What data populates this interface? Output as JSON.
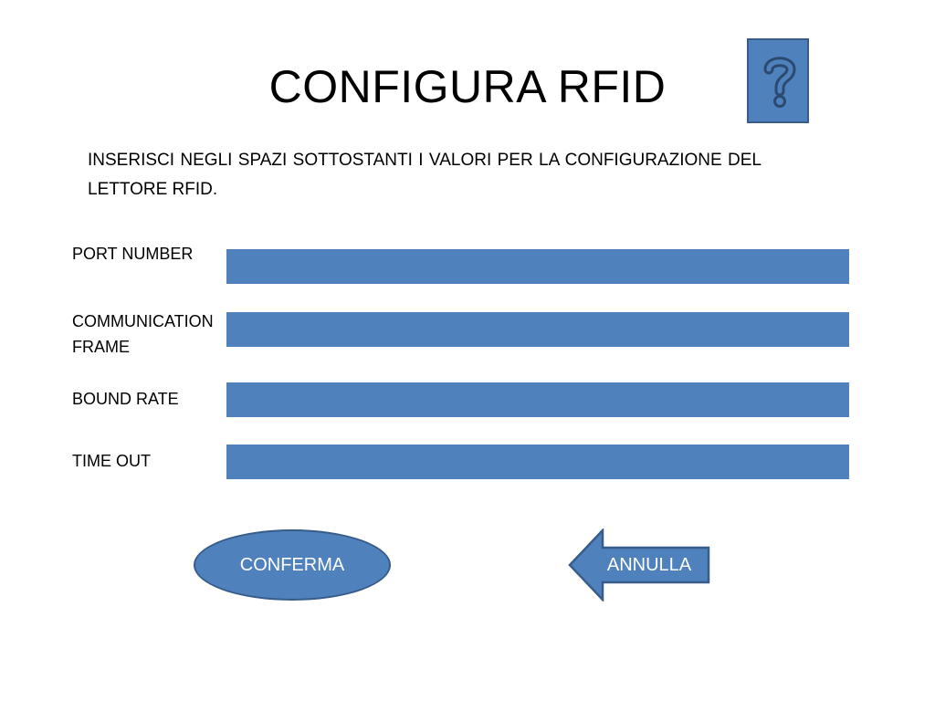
{
  "page": {
    "title": "CONFIGURA RFID",
    "instructions": "INSERISCI NEGLI SPAZI SOTTOSTANTI I VALORI PER LA CONFIGURAZIONE DEL LETTORE RFID."
  },
  "help": {
    "icon": "question-mark-icon"
  },
  "form": {
    "fields": [
      {
        "label": "PORT NUMBER",
        "value": ""
      },
      {
        "label": "COMMUNICATION FRAME",
        "value": ""
      },
      {
        "label": "BOUND RATE",
        "value": ""
      },
      {
        "label": "TIME OUT",
        "value": ""
      }
    ]
  },
  "actions": {
    "confirm_label": "CONFERMA",
    "cancel_label": "ANNULLA",
    "cancel_icon": "left-arrow-icon"
  },
  "colors": {
    "accent": "#4f81bd",
    "accent_border": "#385d8a",
    "text": "#000000",
    "background": "#ffffff"
  }
}
